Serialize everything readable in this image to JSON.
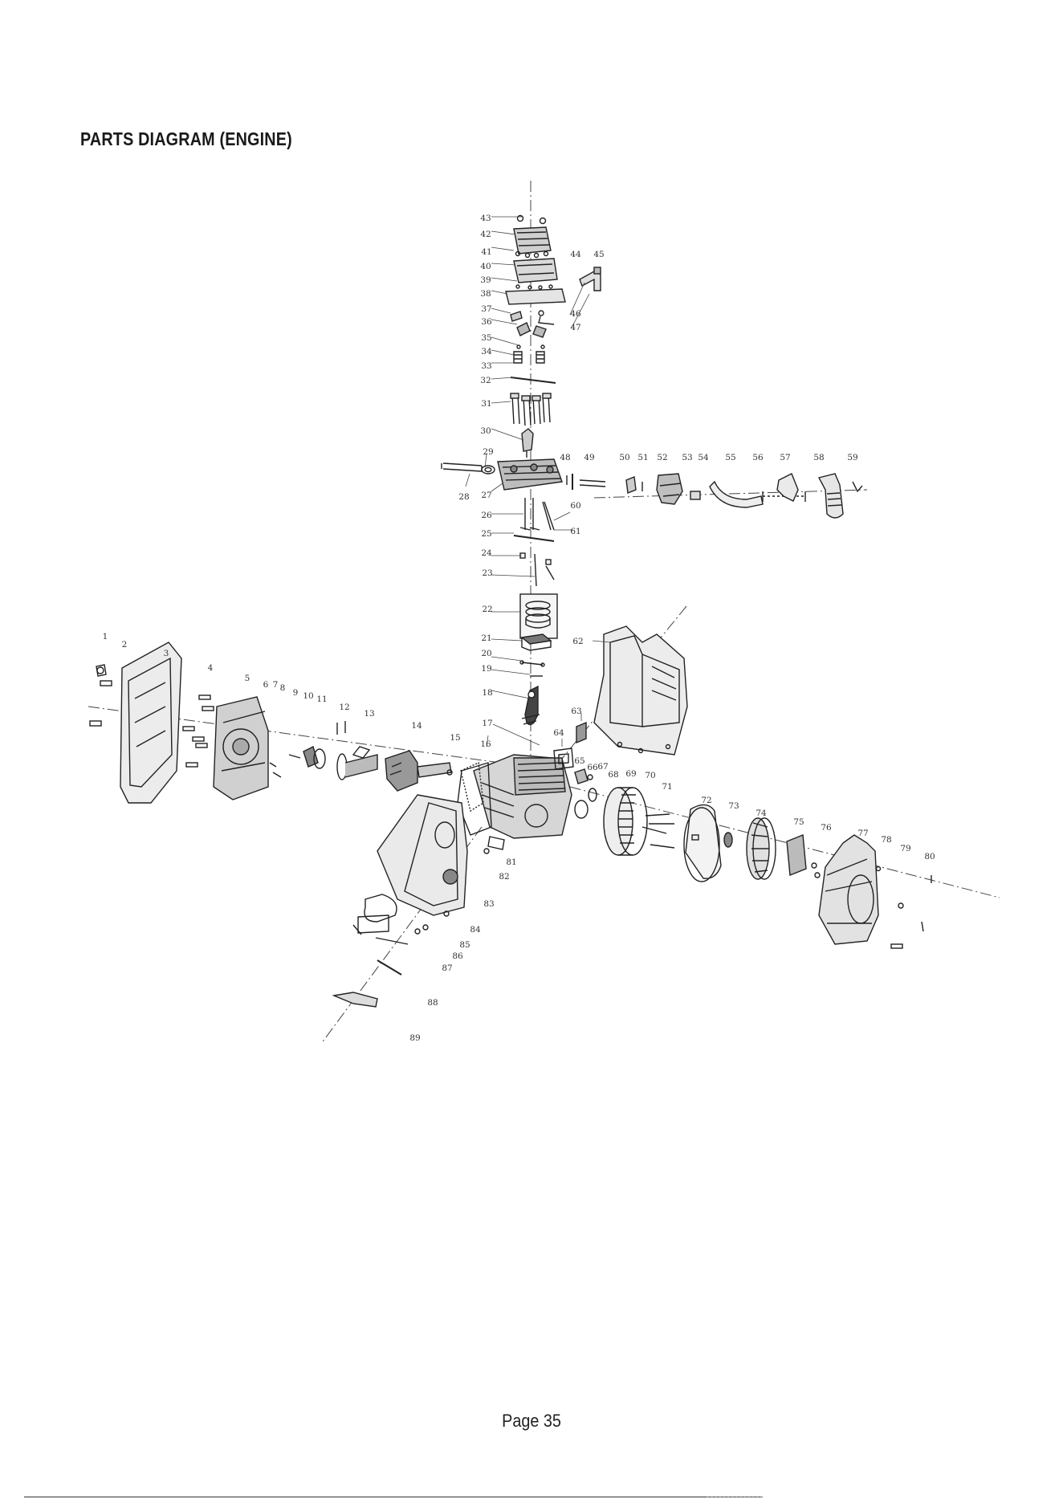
{
  "document": {
    "title": "PARTS DIAGRAM (ENGINE)",
    "page_label": "Page 35"
  },
  "colors": {
    "ink": "#222222",
    "background": "#ffffff"
  },
  "callouts": [
    "1",
    "2",
    "3",
    "4",
    "5",
    "6",
    "7",
    "8",
    "9",
    "10",
    "11",
    "12",
    "13",
    "14",
    "15",
    "16",
    "17",
    "18",
    "19",
    "20",
    "21",
    "22",
    "23",
    "24",
    "25",
    "26",
    "27",
    "28",
    "29",
    "30",
    "31",
    "32",
    "33",
    "34",
    "35",
    "36",
    "37",
    "38",
    "39",
    "40",
    "41",
    "42",
    "43",
    "44",
    "45",
    "46",
    "47",
    "48",
    "49",
    "50",
    "51",
    "52",
    "53",
    "54",
    "55",
    "56",
    "57",
    "58",
    "59",
    "60",
    "61",
    "62",
    "63",
    "64",
    "65",
    "66",
    "67",
    "68",
    "69",
    "70",
    "71",
    "72",
    "73",
    "74",
    "75",
    "76",
    "77",
    "78",
    "79",
    "80",
    "81",
    "82",
    "83",
    "84",
    "85",
    "86",
    "87",
    "88",
    "89"
  ]
}
